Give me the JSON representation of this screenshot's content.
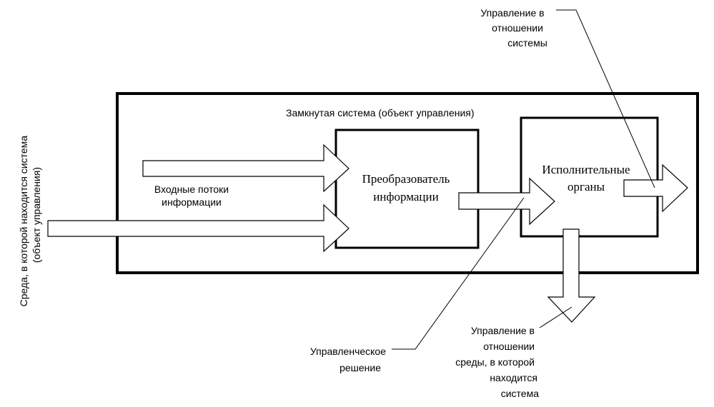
{
  "diagram": {
    "environment_label": {
      "line1": "Среда, в которой находится система",
      "line2": "(объект управления)"
    },
    "closed_system_label": "Замкнутая система (объект управления)",
    "input_flows_label": {
      "line1": "Входные потоки",
      "line2": "информации"
    },
    "converter_label": {
      "line1": "Преобразователь",
      "line2": "информации"
    },
    "actuators_label": {
      "line1": "Исполнительные",
      "line2": "органы"
    },
    "control_system_label": {
      "line1": "Управление в",
      "line2": "отношении",
      "line3": "системы"
    },
    "management_decision_label": {
      "line1": "Управленческое",
      "line2": "решение"
    },
    "control_environment_label": {
      "line1": "Управление в",
      "line2": "отношении",
      "line3": "среды, в которой",
      "line4": "находится",
      "line5": "система"
    }
  }
}
